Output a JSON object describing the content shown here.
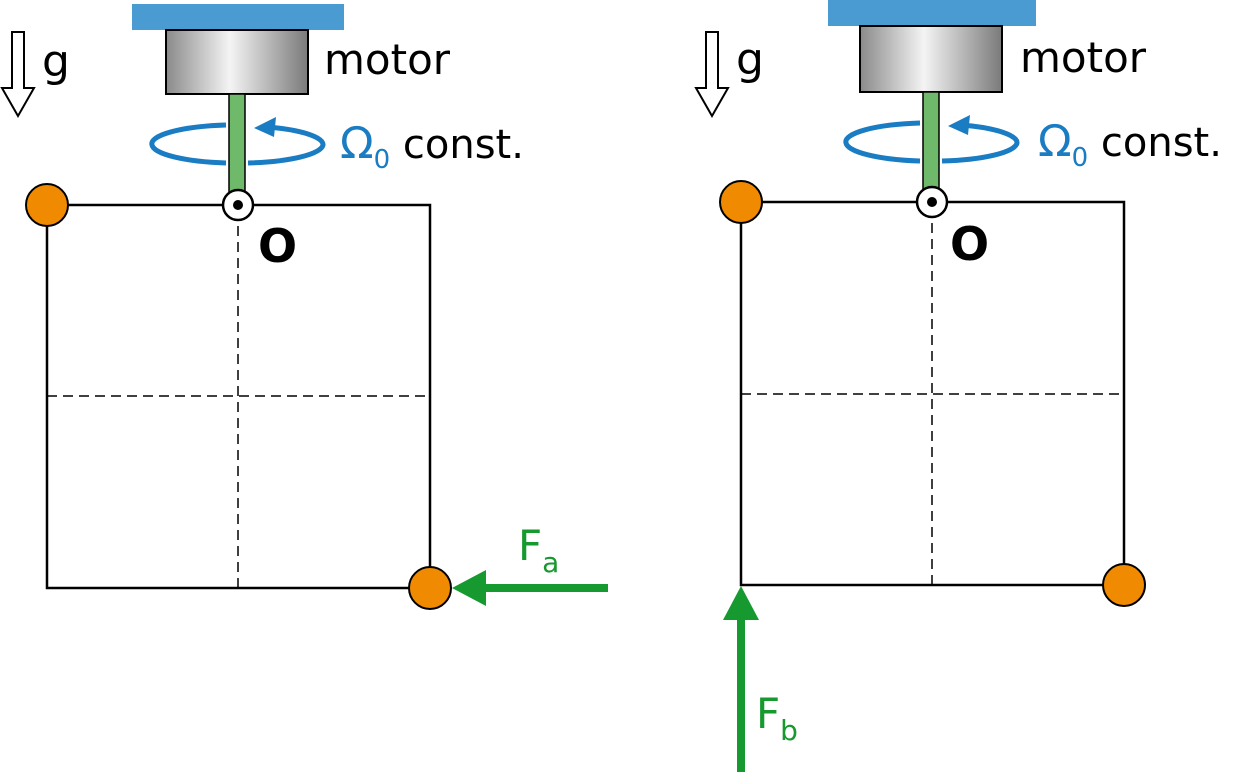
{
  "panels": [
    {
      "gravity_label": "g",
      "motor_label": "motor",
      "omega_symbol": "Ω",
      "omega_subscript": "0",
      "omega_suffix": " const.",
      "pivot_label": "O",
      "force_label": "F",
      "force_subscript": "a"
    },
    {
      "gravity_label": "g",
      "motor_label": "motor",
      "omega_symbol": "Ω",
      "omega_subscript": "0",
      "omega_suffix": " const.",
      "pivot_label": "O",
      "force_label": "F",
      "force_subscript": "b"
    }
  ],
  "colors": {
    "motor_cap": "#4a9bd1",
    "shaft": "#6fba6a",
    "rotation": "#1a7cc2",
    "mass": "#f08a00",
    "force": "#16992e",
    "frame": "#000000"
  }
}
